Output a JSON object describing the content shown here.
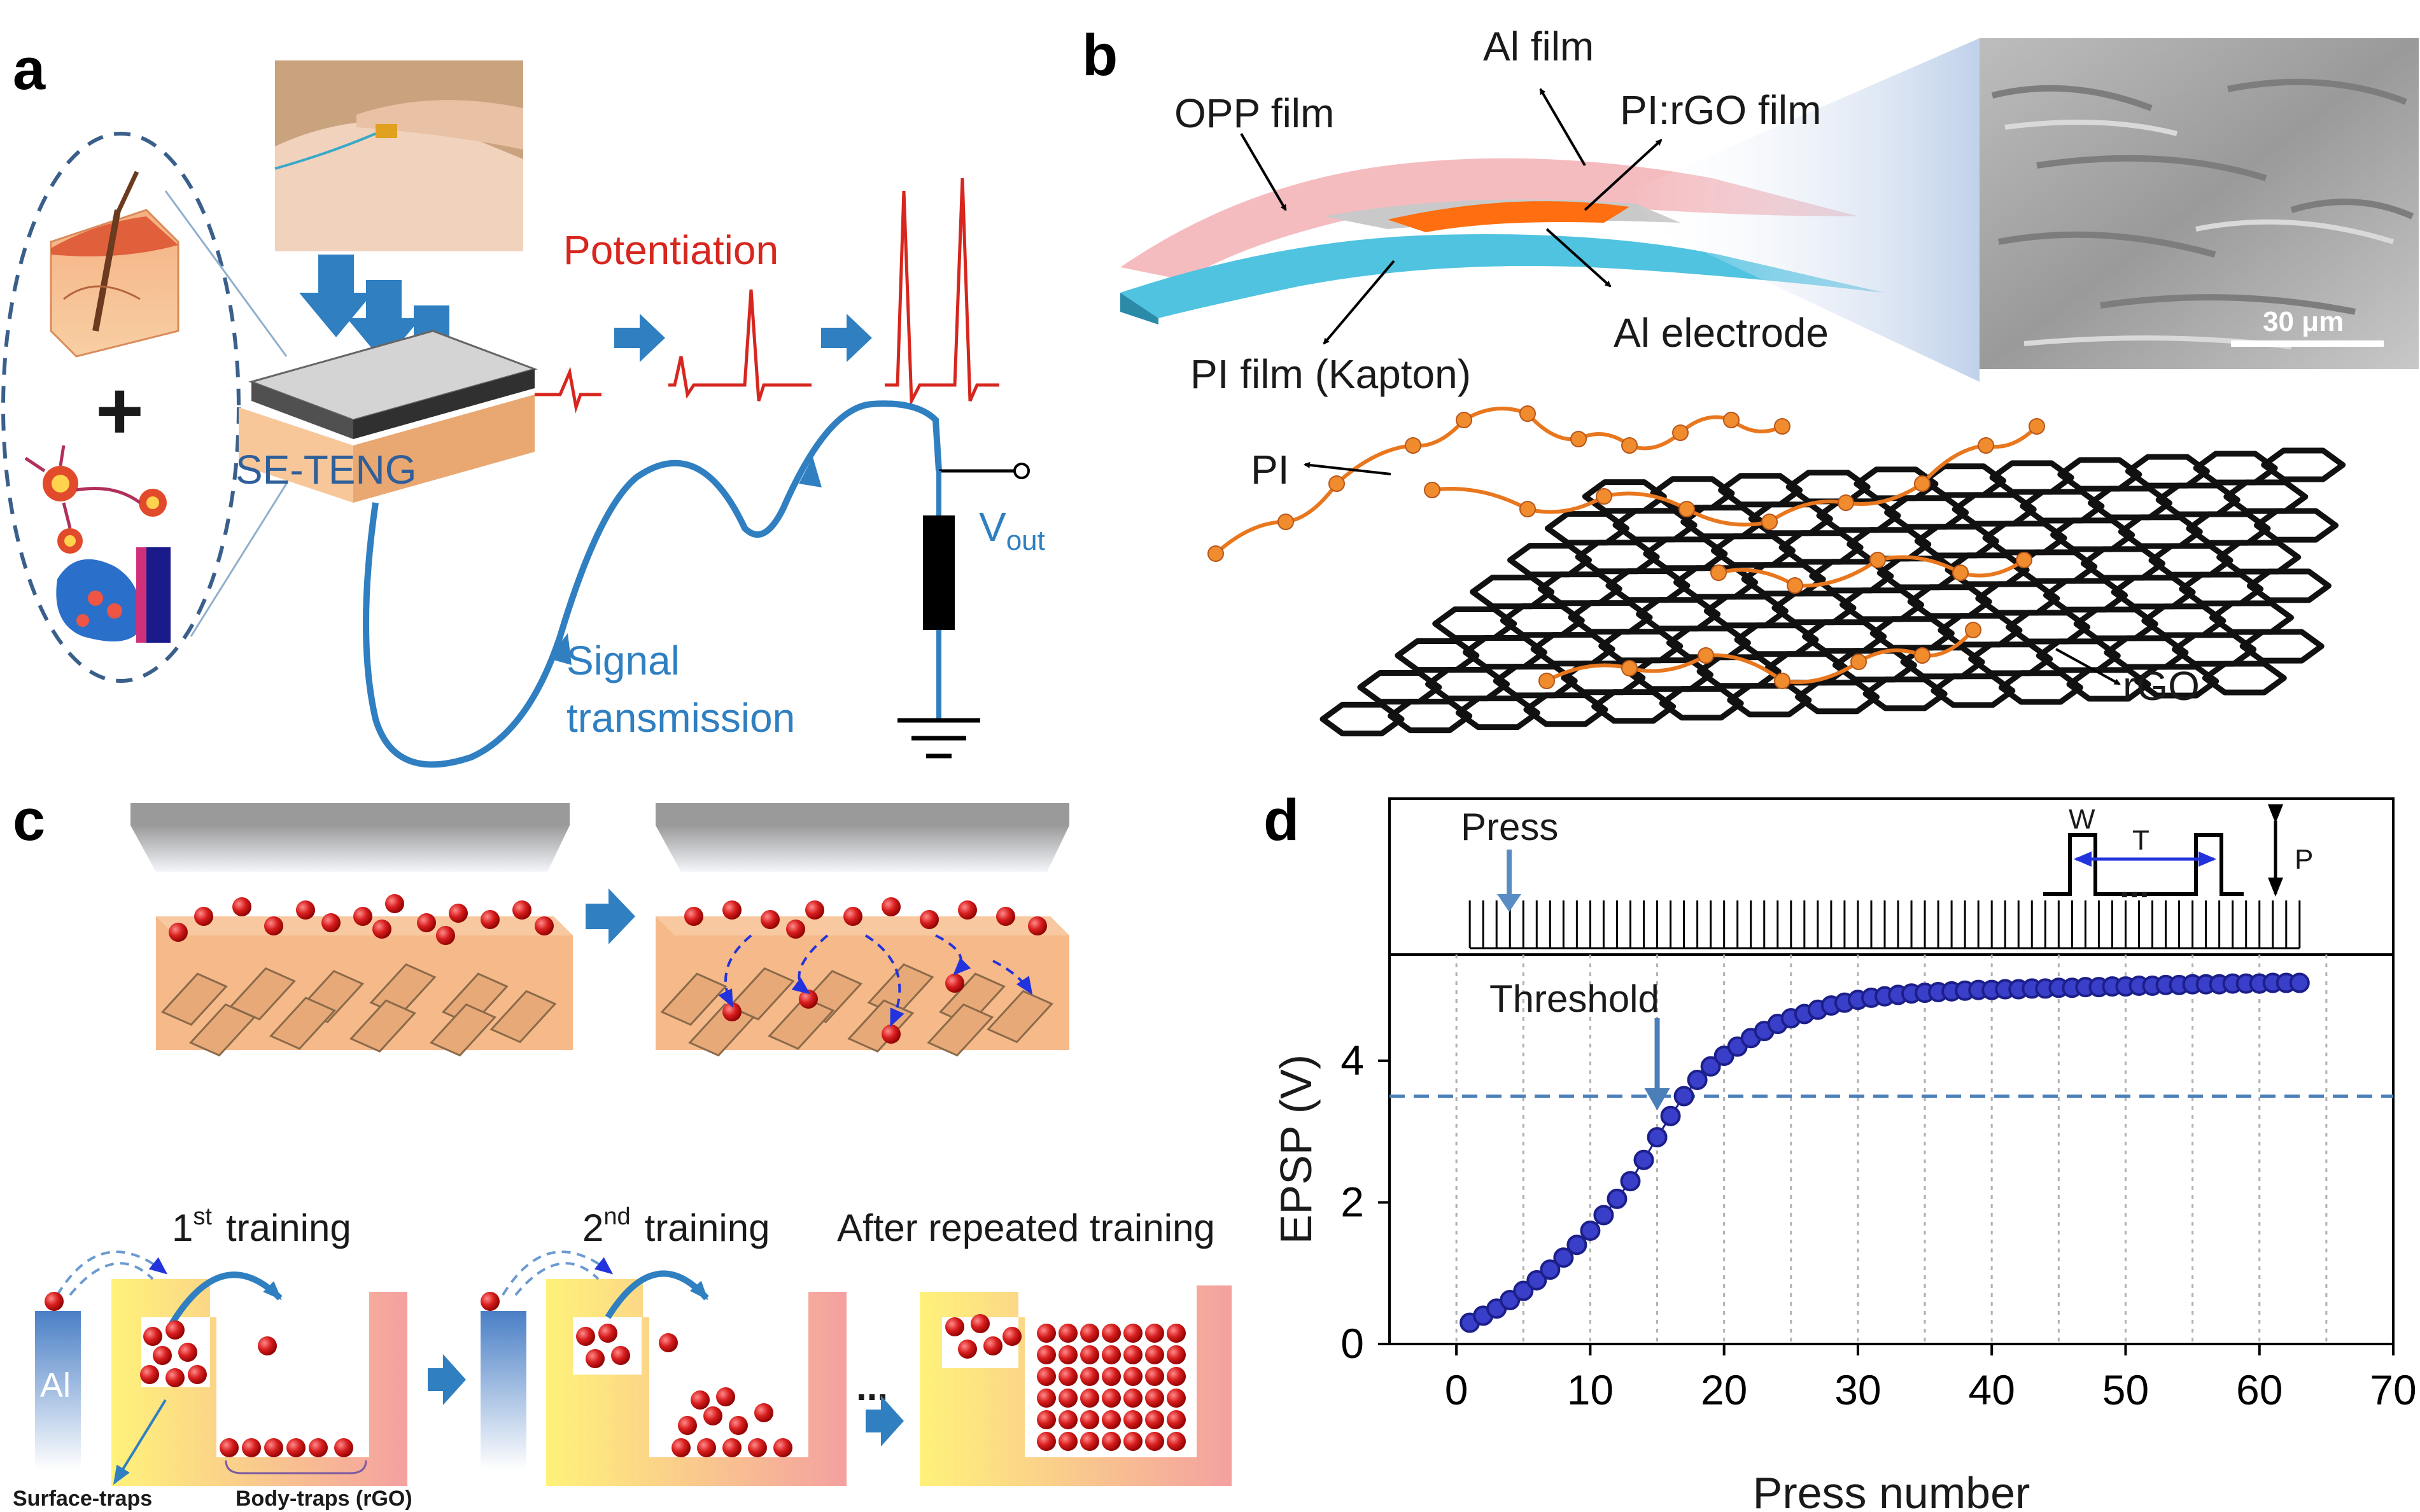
{
  "panels": {
    "a": {
      "letter": "a",
      "device_label": "SE-TENG",
      "potentiation_label": "Potentiation",
      "signal_line1": "Signal",
      "signal_line2": "transmission",
      "vout_main": "V",
      "vout_sub": "out",
      "plus_sign": "+"
    },
    "b": {
      "letter": "b",
      "labels": {
        "al_film": "Al film",
        "opp_film": "OPP film",
        "pi_rgo_film": "PI:rGO film",
        "al_electrode": "Al electrode",
        "pi_film": "PI film (Kapton)",
        "pi": "PI",
        "rgo": "rGO"
      },
      "scale_bar": "30 μm"
    },
    "c": {
      "letter": "c",
      "al_label": "Al",
      "training1_sup": "st",
      "training1_num": "1",
      "training1_word": "training",
      "training2_num": "2",
      "training2_sup": "nd",
      "training2_word": "training",
      "after_label": "After  repeated training",
      "surface_traps": "Surface-traps",
      "body_traps": "Body-traps (rGO)",
      "ellipsis": "..."
    },
    "d": {
      "letter": "d",
      "press_label": "Press",
      "threshold_label": "Threshold",
      "pulse_w": "W",
      "pulse_t": "T",
      "pulse_p": "P",
      "pulse_dots": "..."
    }
  },
  "colors": {
    "accent_blue": "#2f7fc1",
    "signal_red": "#d7261e",
    "marker_navy": "#1c1f8a",
    "rgo_orange": "#e8771e",
    "sphere_red": "#d81e1e"
  },
  "icons": [
    "down-arrow-icon",
    "right-arrow-icon",
    "ground-icon",
    "resistor-icon"
  ],
  "chart_data": {
    "type": "scatter",
    "title": "",
    "xlabel": "Press number",
    "ylabel": "EPSP (V)",
    "xlim": [
      -5,
      70
    ],
    "ylim": [
      0,
      5.5
    ],
    "xticks": [
      0,
      10,
      20,
      30,
      40,
      50,
      60,
      70
    ],
    "yticks": [
      0,
      2,
      4
    ],
    "grid": "vertical dotted",
    "threshold_value": 3.5,
    "series": [
      {
        "x": [
          1,
          2,
          3,
          4,
          5,
          6,
          7,
          8,
          9,
          10,
          11,
          12,
          13,
          14,
          15,
          16,
          17,
          18,
          19,
          20,
          21,
          22,
          23,
          24,
          25,
          26,
          27,
          28,
          29,
          30,
          31,
          32,
          33,
          34,
          35,
          36,
          37,
          38,
          39,
          40,
          41,
          42,
          43,
          44,
          45,
          46,
          47,
          48,
          49,
          50,
          51,
          52,
          53,
          54,
          55,
          56,
          57,
          58,
          59,
          60,
          61,
          62,
          63
        ],
        "y": [
          0.3,
          0.4,
          0.5,
          0.62,
          0.75,
          0.9,
          1.05,
          1.22,
          1.4,
          1.6,
          1.82,
          2.05,
          2.3,
          2.6,
          2.92,
          3.22,
          3.5,
          3.73,
          3.92,
          4.07,
          4.2,
          4.32,
          4.42,
          4.52,
          4.6,
          4.66,
          4.72,
          4.78,
          4.82,
          4.86,
          4.89,
          4.91,
          4.93,
          4.95,
          4.96,
          4.97,
          4.98,
          4.99,
          5.0,
          5.0,
          5.01,
          5.01,
          5.02,
          5.02,
          5.03,
          5.03,
          5.04,
          5.04,
          5.05,
          5.05,
          5.06,
          5.06,
          5.07,
          5.07,
          5.08,
          5.08,
          5.08,
          5.09,
          5.09,
          5.09,
          5.1,
          5.1,
          5.1
        ]
      }
    ]
  }
}
